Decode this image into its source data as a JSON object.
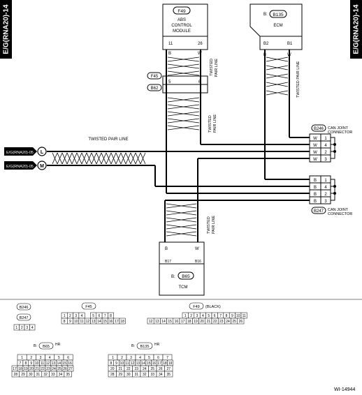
{
  "side_tab_left": "E/G(RNA20)-14",
  "side_tab_right": "E/G(RNA20)-14",
  "figure_id": "WI-14944",
  "abs_module": {
    "connector": "F49",
    "name_line1": "ABS",
    "name_line2": "CONTROL",
    "name_line3": "MODULE",
    "pins": [
      "11",
      "26"
    ],
    "wires": [
      "B",
      "W"
    ]
  },
  "ecm": {
    "connector": "B135",
    "name": "ECM",
    "pins": [
      "B2",
      "B1"
    ],
    "wires": [
      "B",
      "W"
    ]
  },
  "tcm": {
    "connector": "B65",
    "name": "TCM",
    "pins": [
      "B17",
      "B16"
    ],
    "wires": [
      "B",
      "W"
    ]
  },
  "joint_f45_b62": {
    "upper": "F45",
    "lower": "B62",
    "pin": "5",
    "pins_right": "6",
    "wires": [
      "B",
      "W"
    ]
  },
  "twisted_label_line1": "TWISTED",
  "twisted_label_line2": "PAIR LINE",
  "twisted_pair_line": "TWISTED PAIR LINE",
  "can_joint_b246": {
    "connector": "B246",
    "label_line1": "CAN JOINT",
    "label_line2": "CONNECTOR",
    "rows": [
      {
        "wire": "W",
        "pin": "1"
      },
      {
        "wire": "W",
        "pin": "4"
      },
      {
        "wire": "W",
        "pin": "2"
      },
      {
        "wire": "W",
        "pin": "3"
      }
    ]
  },
  "can_joint_b247": {
    "connector": "B247",
    "label_line1": "CAN JOINT",
    "label_line2": "CONNECTOR",
    "rows": [
      {
        "wire": "B",
        "pin": "1"
      },
      {
        "wire": "B",
        "pin": "4"
      },
      {
        "wire": "B",
        "pin": "2"
      },
      {
        "wire": "B",
        "pin": "3"
      }
    ]
  },
  "ext_refs": [
    {
      "ref": "E/G(RNA20)-05",
      "node": "L"
    },
    {
      "ref": "E/G(RNA20)-05",
      "node": "M"
    }
  ],
  "legend": {
    "b246_b247": {
      "labels": [
        "B246",
        "B247"
      ],
      "pins": [
        "1",
        "2",
        "3",
        "4"
      ]
    },
    "f45": {
      "label": "F45",
      "row1": [
        "1",
        "2",
        "3",
        "4",
        "",
        "5",
        "6",
        "7",
        "8"
      ],
      "row2": [
        "8",
        "9",
        "10",
        "11",
        "12",
        "13",
        "14",
        "15",
        "16",
        "17",
        "18"
      ]
    },
    "f49": {
      "label": "F49",
      "note": "(BLACK)",
      "row1": [
        "1",
        "2",
        "3",
        "4",
        "5",
        "6",
        "7",
        "8",
        "9",
        "10",
        "11"
      ],
      "row2": [
        "12",
        "13",
        "14",
        "15",
        "16",
        "17",
        "18",
        "19",
        "20",
        "21",
        "22",
        "23",
        "24",
        "25",
        "26"
      ]
    },
    "b65": {
      "prefix": "B:",
      "label": "B65",
      "suffix": "HR",
      "rows": [
        [
          "1",
          "2",
          "3",
          "4",
          "5",
          "6"
        ],
        [
          "7",
          "8",
          "9",
          "10",
          "11",
          "12",
          "13",
          "14",
          "15",
          "16"
        ],
        [
          "17",
          "18",
          "19",
          "20",
          "21",
          "22",
          "23",
          "24",
          "25",
          "26",
          "27"
        ],
        [
          "28",
          "29",
          "30",
          "31",
          "32",
          "33",
          "34",
          "35"
        ]
      ]
    },
    "b135": {
      "prefix": "B:",
      "label": "B135",
      "suffix": "HR",
      "rows": [
        [
          "1",
          "2",
          "3",
          "4",
          "5",
          "6",
          "7"
        ],
        [
          "8",
          "9",
          "10",
          "11",
          "12",
          "13",
          "14",
          "15",
          "16",
          "17",
          "18",
          "19"
        ],
        [
          "20",
          "21",
          "22",
          "23",
          "24",
          "25",
          "26",
          "27"
        ],
        [
          "28",
          "29",
          "30",
          "31",
          "32",
          "33",
          "34",
          "35"
        ]
      ]
    }
  },
  "colors": {
    "ink": "#000000",
    "paper": "#ffffff"
  }
}
